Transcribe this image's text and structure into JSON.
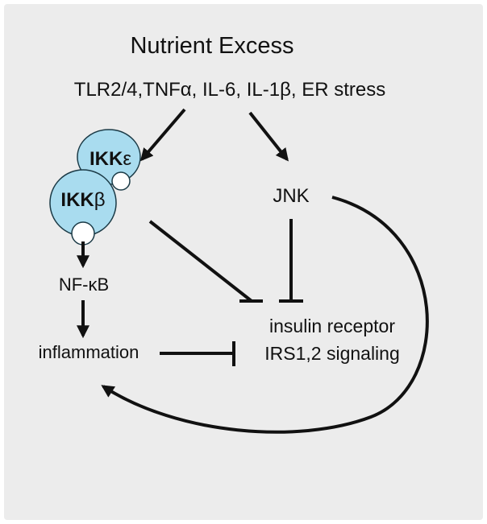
{
  "title": "Nutrient Excess",
  "stimuli": "TLR2/4,TNFα, IL-6, IL-1β, ER stress",
  "kinases": {
    "ikk_epsilon": {
      "main": "IKK",
      "greek": "ε"
    },
    "ikk_beta": {
      "main": "IKK",
      "greek": "β"
    },
    "jnk": "JNK"
  },
  "nodes": {
    "nfkb": "NF-κB",
    "inflammation": "inflammation",
    "insulin_receptor": "insulin receptor",
    "irs_signaling": "IRS1,2 signaling"
  },
  "colors": {
    "kinase_fill": "#a9dcef",
    "panel_background": "#ececec",
    "line": "#111111"
  }
}
